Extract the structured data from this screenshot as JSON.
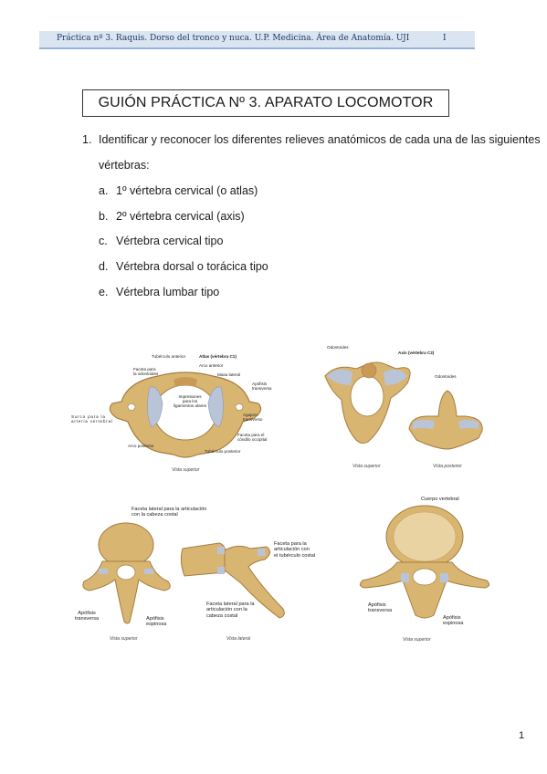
{
  "header": {
    "text": "Práctica nº 3. Raquis. Dorso del tronco y nuca. U.P. Medicina. Área de Anatomía. UJI",
    "number": "I"
  },
  "title": "GUIÓN PRÁCTICA Nº 3. APARATO LOCOMOTOR",
  "question": {
    "number": "1.",
    "line1": "Identificar y reconocer los diferentes relieves anatómicos de cada una de las siguientes",
    "line2": "vértebras:",
    "items": [
      {
        "letter": "a.",
        "text": "1º vértebra cervical (o atlas)"
      },
      {
        "letter": "b.",
        "text": "2º vértebra cervical (axis)"
      },
      {
        "letter": "c.",
        "text": "Vértebra cervical tipo"
      },
      {
        "letter": "d.",
        "text": "Vértebra dorsal o torácica tipo"
      },
      {
        "letter": "e.",
        "text": "Vértebra lumbar tipo"
      }
    ]
  },
  "figures": {
    "atlas": {
      "title": "Atlas (vértebra C1)",
      "labels": {
        "tuberculo_anterior": "Tubérculo anterior",
        "arco_anterior": "Arco anterior",
        "faceta_odontoides": "Faceta para\nla odontoides",
        "masa_lateral": "Masa lateral",
        "apofisis_transversa": "Apófisis\ntransversa",
        "impresiones": "Impresiones\npara los\nligamentos alares",
        "agujero_transverso": "Agujero\ntransverso",
        "surco": "Surco para la\narteria vertebral",
        "faceta_condilo": "Faceta para el\ncóndilo occipital",
        "arco_posterior": "Arco posterior",
        "tuberculo_posterior": "Tubérculo posterior"
      },
      "vista": "Vista superior"
    },
    "axis": {
      "title": "Axis (vértebra C2)",
      "labels": {
        "odontoides_1": "Odontoides",
        "odontoides_2": "Odontoides"
      },
      "vista_1": "Vista superior",
      "vista_2": "Vista posterior"
    },
    "thoracic": {
      "labels": {
        "faceta_lateral_cabeza": "Faceta lateral para la articulación\ncon la cabeza costal",
        "faceta_tuberculo": "Faceta para la\narticulación con\nel tubérculo costal",
        "faceta_lateral_cabeza_2": "Faceta lateral para la\narticulación con la\ncabeza costal",
        "apofisis_transversa": "Apófisis\ntransversa",
        "apofisis_espinosa": "Apófisis\nespinosa"
      },
      "vista_1": "Vista superior",
      "vista_2": "Vista lateral"
    },
    "lumbar": {
      "labels": {
        "cuerpo": "Cuerpo vertebral",
        "apofisis_transversa": "Apófisis\ntransversa",
        "apofisis_espinosa": "Apófisis\nespinosa"
      },
      "vista": "Vista superior"
    }
  },
  "page_number": "1",
  "colors": {
    "bone": "#d9b572",
    "bone_dark": "#a67c3d",
    "cartilage": "#b9c4d9",
    "header_band": "#dbe5f1"
  }
}
